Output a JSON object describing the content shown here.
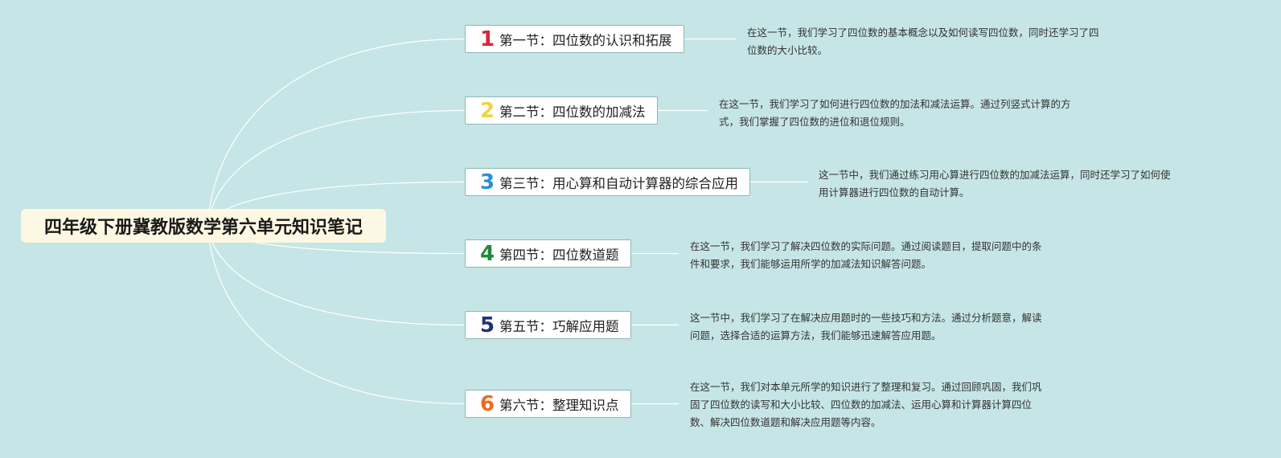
{
  "root": {
    "title": "四年级下册冀教版数学第六单元知识笔记"
  },
  "colors": {
    "background": "#c6e5e6",
    "connector": "#ffffff",
    "root_fill": "#fdf8e3"
  },
  "sections": [
    {
      "number": "1",
      "number_color": "#d6283c",
      "label": "第一节：四位数的认识和拓展",
      "desc_lines": [
        "在这一节，我们学习了四位数的基本概念以及如何读写四位数，同时还学习了四",
        "位数的大小比较。"
      ]
    },
    {
      "number": "2",
      "number_color": "#f2d347",
      "label": "第二节：四位数的加减法",
      "desc_lines": [
        "在这一节，我们学习了如何进行四位数的加法和减法运算。通过列竖式计算的方",
        "式，我们掌握了四位数的进位和退位规则。"
      ]
    },
    {
      "number": "3",
      "number_color": "#2a8fd6",
      "label": "第三节：用心算和自动计算器的综合应用",
      "desc_lines": [
        "这一节中，我们通过练习用心算进行四位数的加减法运算，同时还学习了如何使",
        "用计算器进行四位数的自动计算。"
      ]
    },
    {
      "number": "4",
      "number_color": "#1f8a3a",
      "label": "第四节：四位数道题",
      "desc_lines": [
        "在这一节，我们学习了解决四位数的实际问题。通过阅读题目，提取问题中的条",
        "件和要求，我们能够运用所学的加减法知识解答问题。"
      ]
    },
    {
      "number": "5",
      "number_color": "#1f2f78",
      "label": "第五节：巧解应用题",
      "desc_lines": [
        "这一节中，我们学习了在解决应用题时的一些技巧和方法。通过分析题意，解读",
        "问题，选择合适的运算方法，我们能够迅速解答应用题。"
      ]
    },
    {
      "number": "6",
      "number_color": "#ee6a1f",
      "label": "第六节：整理知识点",
      "desc_lines": [
        "在这一节，我们对本单元所学的知识进行了整理和复习。通过回顾巩固，我们巩",
        "固了四位数的读写和大小比较、四位数的加减法、运用心算和计算器计算四位",
        "数、解决四位数道题和解决应用题等内容。"
      ]
    }
  ]
}
